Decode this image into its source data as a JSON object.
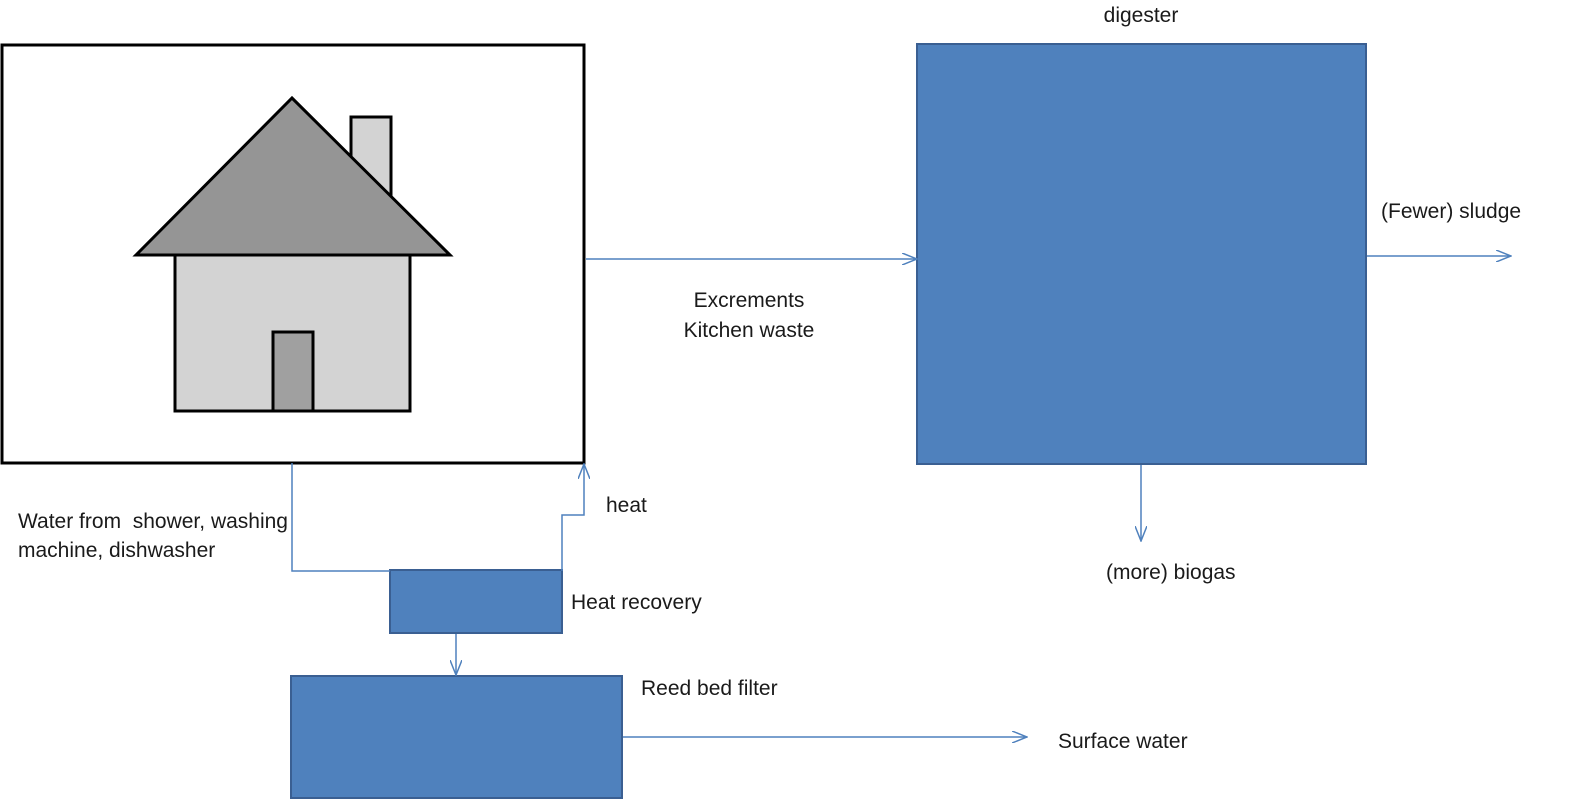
{
  "colors": {
    "box_fill": "#4f81bd",
    "arrow": "#4f81bd",
    "house_roof": "#959595",
    "house_wall": "#d3d3d3",
    "house_door": "#a0a0a0",
    "text": "#1a1a1a"
  },
  "labels": {
    "digester": "digester",
    "fewer_sludge": "(Fewer) sludge",
    "excrements": "Excrements",
    "kitchen_waste": "Kitchen waste",
    "more_biogas": "(more) biogas",
    "water_line1": "Water from  shower, washing",
    "water_line2": "machine, dishwasher",
    "heat": "heat",
    "heat_recovery": "Heat recovery",
    "reed_bed_filter": "Reed bed filter",
    "surface_water": "Surface water"
  },
  "icons": {
    "house": "house-icon"
  }
}
